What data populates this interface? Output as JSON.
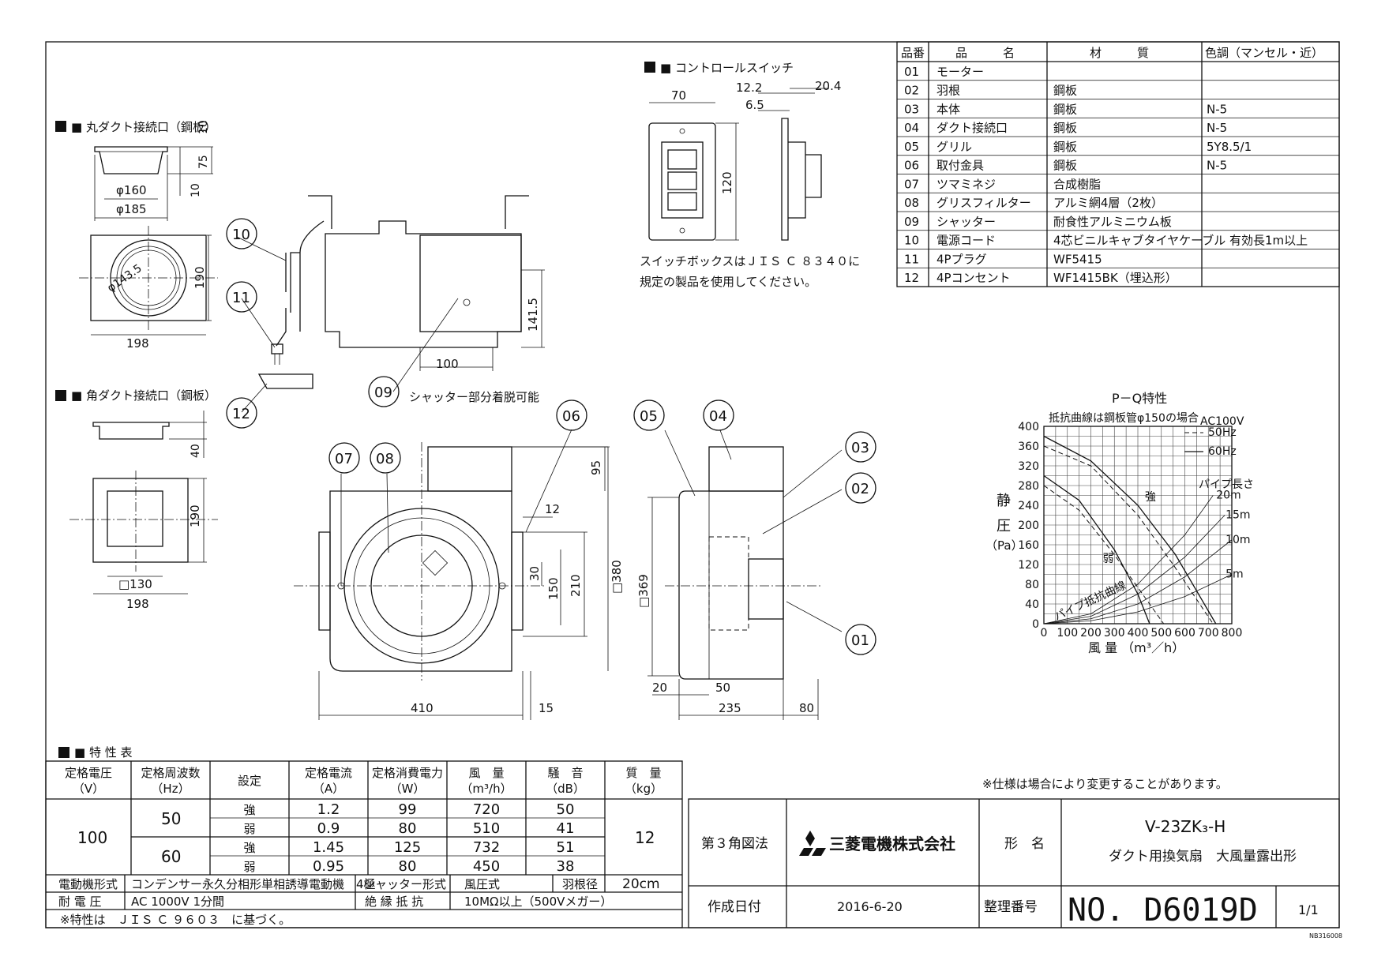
{
  "sections": {
    "round_duct": "■ 丸ダクト接続口（鋼板）",
    "square_duct": "■ 角ダクト接続口（鋼板）",
    "control_switch": "■ コントロールスイッチ",
    "switch_note_1": "スイッチボックスはＪＩＳ Ｃ ８３４０に",
    "switch_note_2": "規定の製品を使用してください。",
    "shutter_note": "シャッター部分着脱可能",
    "characteristics": "■ 特 性 表",
    "spec_change_note": "※仕様は場合により変更することがあります。"
  },
  "dimensions": {
    "round_top_10": "10",
    "round_75": "75",
    "round_bottom_10": "10",
    "round_d160": "φ160",
    "round_d185": "φ185",
    "round_d143": "φ143.5",
    "round_190": "190",
    "round_198": "198",
    "sq_40": "40",
    "sq_190": "190",
    "sq_130": "□130",
    "sq_198": "198",
    "sw_70": "70",
    "sw_120": "120",
    "sw_12_2": "12.2",
    "sw_6_5": "6.5",
    "sw_20_4": "20.4",
    "iso_141": "141.5",
    "iso_100": "100",
    "front_95": "95",
    "front_12": "12",
    "front_30": "30",
    "front_150": "150",
    "front_210": "210",
    "front_380": "□380",
    "front_410": "410",
    "front_15": "15",
    "side_369": "□369",
    "side_20": "20",
    "side_50": "50",
    "side_235": "235",
    "side_80": "80"
  },
  "callouts": [
    "01",
    "02",
    "03",
    "04",
    "05",
    "06",
    "07",
    "08",
    "09",
    "10",
    "11",
    "12"
  ],
  "parts_table": {
    "headers": [
      "品番",
      "品　　　名",
      "材　　　質",
      "色調（マンセル・近）"
    ],
    "rows": [
      [
        "01",
        "モーター",
        "",
        ""
      ],
      [
        "02",
        "羽根",
        "鋼板",
        ""
      ],
      [
        "03",
        "本体",
        "鋼板",
        "N-5"
      ],
      [
        "04",
        "ダクト接続口",
        "鋼板",
        "N-5"
      ],
      [
        "05",
        "グリル",
        "鋼板",
        "5Y8.5/1"
      ],
      [
        "06",
        "取付金具",
        "鋼板",
        "N-5"
      ],
      [
        "07",
        "ツマミネジ",
        "合成樹脂",
        ""
      ],
      [
        "08",
        "グリスフィルター",
        "アルミ網4層（2枚）",
        ""
      ],
      [
        "09",
        "シャッター",
        "耐食性アルミニウム板",
        ""
      ],
      [
        "10",
        "電源コード",
        "4芯ビニルキャブタイヤケーブル 有効長1m以上",
        ""
      ],
      [
        "11",
        "4Pプラグ",
        "WF5415",
        ""
      ],
      [
        "12",
        "4Pコンセント",
        "WF1415BK（埋込形）",
        ""
      ]
    ]
  },
  "chart_data": {
    "type": "line",
    "title": "P－Q特性",
    "subtitle": "抵抗曲線は鋼板管φ150の場合",
    "supply": "AC100V",
    "xlabel": "風 量 （m³／h）",
    "ylabel": "静 圧 （Pa）",
    "ylabel_chars": [
      "静",
      "圧",
      "（Pa）"
    ],
    "xlim": [
      0,
      800
    ],
    "ylim": [
      0,
      400
    ],
    "xticks": [
      0,
      100,
      200,
      300,
      400,
      500,
      600,
      700,
      800
    ],
    "yticks": [
      0,
      40,
      80,
      120,
      160,
      200,
      240,
      280,
      320,
      360,
      400
    ],
    "grid": true,
    "legend": [
      "50Hz",
      "60Hz"
    ],
    "legend_position": "top-right",
    "series": [
      {
        "name": "50Hz",
        "label": "強",
        "style": "dashed",
        "x": [
          0,
          200,
          400,
          550,
          720
        ],
        "y": [
          360,
          320,
          220,
          120,
          0
        ]
      },
      {
        "name": "60Hz",
        "label": "強",
        "style": "solid",
        "x": [
          0,
          200,
          400,
          560,
          732
        ],
        "y": [
          380,
          330,
          240,
          140,
          0
        ]
      },
      {
        "name": "50Hz",
        "label": "弱",
        "style": "dashed",
        "x": [
          0,
          150,
          300,
          420,
          510
        ],
        "y": [
          280,
          230,
          140,
          60,
          0
        ]
      },
      {
        "name": "60Hz",
        "label": "弱",
        "style": "solid",
        "x": [
          0,
          150,
          300,
          400,
          450
        ],
        "y": [
          300,
          250,
          150,
          60,
          0
        ]
      }
    ],
    "resistance_curves": [
      {
        "label": "20m",
        "x": [
          0,
          200,
          400,
          600,
          720
        ],
        "y": [
          0,
          20,
          80,
          180,
          260
        ]
      },
      {
        "label": "15m",
        "x": [
          0,
          200,
          400,
          600,
          770
        ],
        "y": [
          0,
          15,
          60,
          135,
          220
        ]
      },
      {
        "label": "10m",
        "x": [
          0,
          200,
          400,
          600,
          800
        ],
        "y": [
          0,
          10,
          40,
          95,
          170
        ]
      },
      {
        "label": "5m",
        "x": [
          0,
          200,
          400,
          600,
          800
        ],
        "y": [
          0,
          6,
          24,
          55,
          100
        ]
      }
    ],
    "pipe_length_label": "パイプ長さ",
    "pipe_resistance_label": "パイプ抵抗曲線",
    "curve_labels": {
      "strong": "強",
      "weak": "弱"
    }
  },
  "char_table": {
    "headers": [
      [
        "定格電圧",
        "（V）"
      ],
      [
        "定格周波数",
        "（Hz）"
      ],
      [
        "設定",
        ""
      ],
      [
        "定格電流",
        "（A）"
      ],
      [
        "定格消費電力",
        "（W）"
      ],
      [
        "風　量",
        "（m³/h）"
      ],
      [
        "騒　音",
        "（dB）"
      ],
      [
        "質　量",
        "（kg）"
      ]
    ],
    "voltage": "100",
    "mass": "12",
    "rows": [
      {
        "hz": "50",
        "setting": "強",
        "current": "1.2",
        "power": "99",
        "flow": "720",
        "noise": "50"
      },
      {
        "hz": "",
        "setting": "弱",
        "current": "0.9",
        "power": "80",
        "flow": "510",
        "noise": "41"
      },
      {
        "hz": "60",
        "setting": "強",
        "current": "1.45",
        "power": "125",
        "flow": "732",
        "noise": "51"
      },
      {
        "hz": "",
        "setting": "弱",
        "current": "0.95",
        "power": "80",
        "flow": "450",
        "noise": "38"
      }
    ],
    "motor_type_label": "電動機形式",
    "motor_type": "コンデンサー永久分相形単相誘導電動機　4極",
    "shutter_type_label": "シャッター形式",
    "shutter_type": "風圧式",
    "blade_label": "羽根径",
    "blade": "20cm",
    "withstand_label": "耐 電 圧",
    "withstand": "AC 1000V 1分間",
    "insulation_label": "絶 縁 抵 抗",
    "insulation": "10MΩ以上（500Vメガー）",
    "footnote": "※特性は　ＪＩＳ Ｃ ９６０３　に基づく。"
  },
  "title_block": {
    "projection": "第３角図法",
    "company": "三菱電機株式会社",
    "model_label": "形　名",
    "model": "V-23ZK₃-H",
    "product": "ダクト用換気扇　大風量露出形",
    "date_label": "作成日付",
    "date": "2016-6-20",
    "number_label": "整理番号",
    "number": "NO. D6019D",
    "sheet": "1/1",
    "doc_code": "NB316008"
  }
}
